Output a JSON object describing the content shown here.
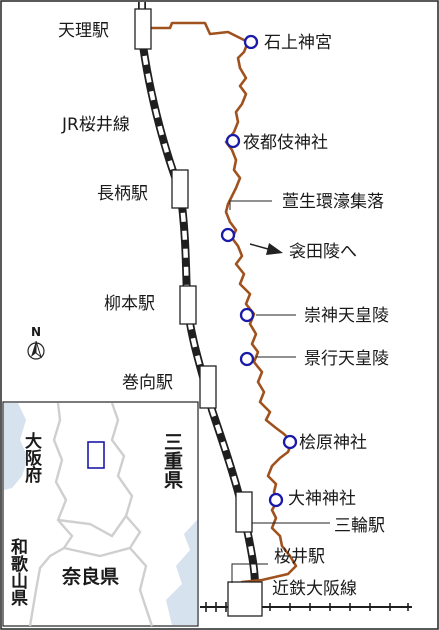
{
  "stations": {
    "tenri": "天理駅",
    "nagara": "長柄駅",
    "yanagimoto": "柳本駅",
    "makimuku": "巻向駅",
    "miwa": "三輪駅",
    "sakurai": "桜井駅"
  },
  "lines": {
    "jr": "JR桜井線",
    "kintetsu": "近鉄大阪線"
  },
  "landmarks": {
    "isonokami": "石上神宮",
    "yatogi": "夜都伎神社",
    "kayo": "萱生環濠集落",
    "suden": "衾田陵へ",
    "sujin": "崇神天皇陵",
    "keiko": "景行天皇陵",
    "hibara": "桧原神社",
    "omiwa": "大神神社"
  },
  "compass": {
    "north": "N"
  },
  "inset": {
    "osaka": "大阪府",
    "mie": "三重県",
    "wakayama": "和歌山県",
    "nara": "奈良県"
  },
  "colors": {
    "route": "#a0521e",
    "marker": "#1a1aa8",
    "water": "#d6e2ee",
    "line": "#222222"
  }
}
